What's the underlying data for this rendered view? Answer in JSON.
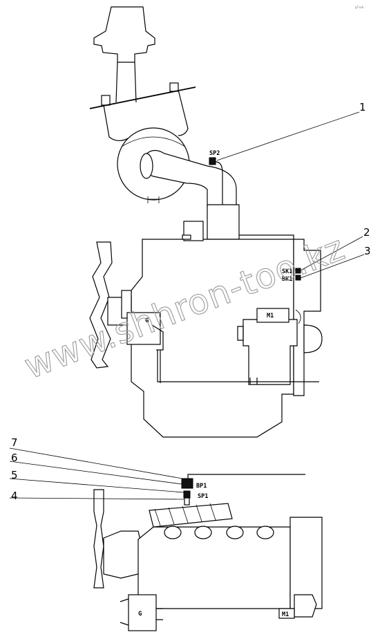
{
  "corner_note": "gT-lob",
  "watermark": "www.shhron-too.kz",
  "callouts": {
    "c1": "1",
    "c2": "2",
    "c3": "3",
    "c4": "4",
    "c5": "5",
    "c6": "6",
    "c7": "7"
  },
  "component_tags": {
    "sp2": "SP2",
    "sk1": "SK1",
    "bk1": "BK1",
    "m1_top": "M1",
    "g_top": "G",
    "bp1": "BP1",
    "sp1": "SP1",
    "g_bottom": "G",
    "m1_bottom": "M1"
  }
}
